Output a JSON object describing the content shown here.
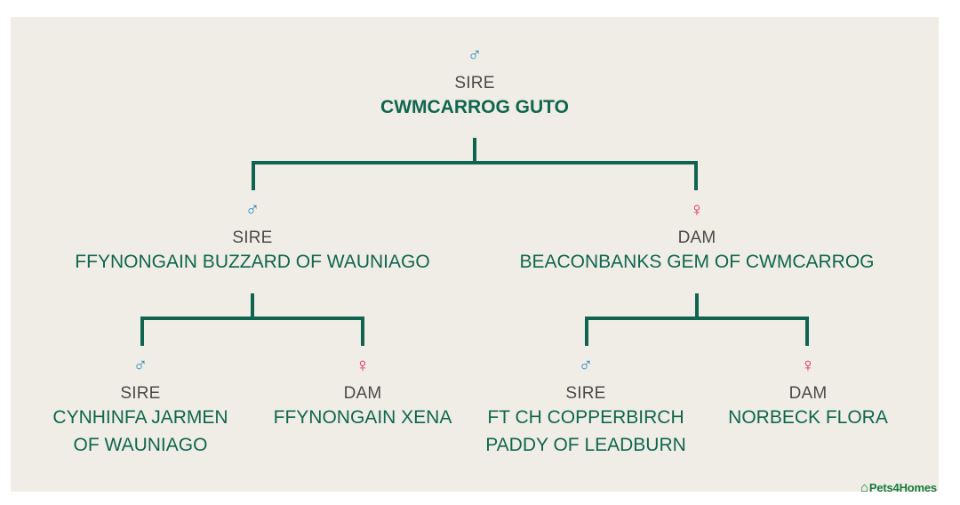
{
  "colors": {
    "background": "#f0ede7",
    "line": "#0f6450",
    "name_text": "#10664f",
    "male_symbol": "#2a8bc2",
    "female_symbol": "#e0294d",
    "role_text": "#4a4a4a"
  },
  "pedigree": {
    "root": {
      "symbol": "♂",
      "sex": "male",
      "role": "SIRE",
      "name_lines": [
        "CWMCARROG GUTO"
      ]
    },
    "sire": {
      "symbol": "♂",
      "sex": "male",
      "role": "SIRE",
      "name_lines": [
        "FFYNONGAIN BUZZARD OF WAUNIAGO"
      ]
    },
    "dam": {
      "symbol": "♀",
      "sex": "female",
      "role": "DAM",
      "name_lines": [
        "BEACONBANKS GEM OF CWMCARROG"
      ]
    },
    "sire_sire": {
      "symbol": "♂",
      "sex": "male",
      "role": "SIRE",
      "name_lines": [
        "CYNHINFA JARMEN",
        "OF WAUNIAGO"
      ]
    },
    "sire_dam": {
      "symbol": "♀",
      "sex": "female",
      "role": "DAM",
      "name_lines": [
        "FFYNONGAIN XENA"
      ]
    },
    "dam_sire": {
      "symbol": "♂",
      "sex": "male",
      "role": "SIRE",
      "name_lines": [
        "FT CH COPPERBIRCH",
        "PADDY OF LEADBURN"
      ]
    },
    "dam_dam": {
      "symbol": "♀",
      "sex": "female",
      "role": "DAM",
      "name_lines": [
        "NORBECK FLORA"
      ]
    }
  },
  "logo": {
    "icon": "house-pet-icon",
    "glyph": "⌂",
    "text": "Pets4Homes"
  }
}
